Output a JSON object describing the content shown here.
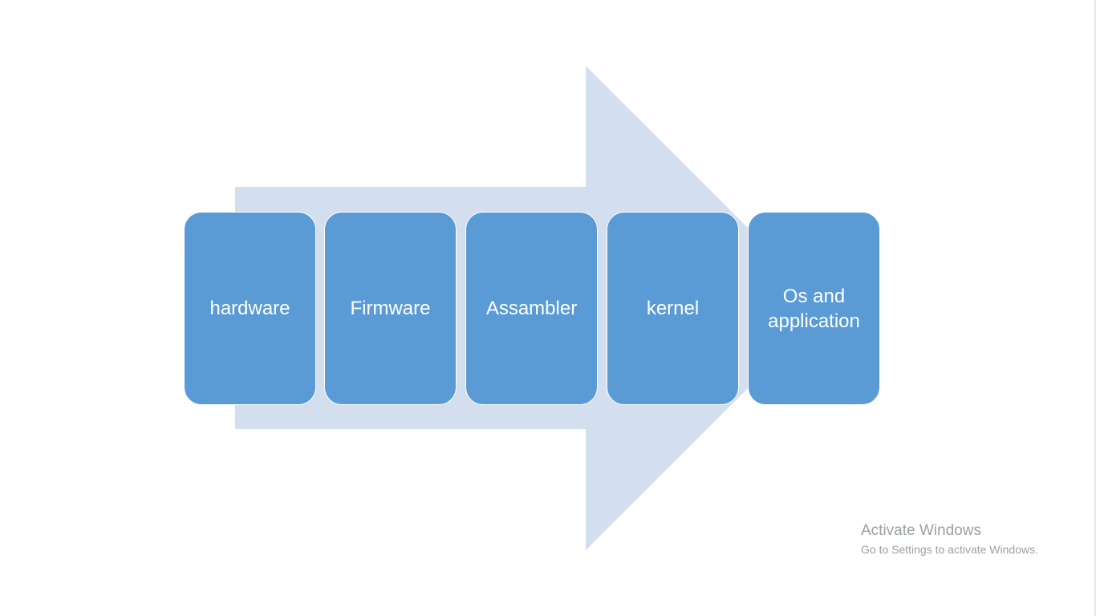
{
  "diagram": {
    "steps": [
      {
        "label": "hardware"
      },
      {
        "label": "Firmware"
      },
      {
        "label": "Assambler"
      },
      {
        "label": "kernel"
      },
      {
        "label": "Os and\napplication"
      }
    ],
    "colors": {
      "box_fill": "#5b9bd5",
      "arrow_fill": "#d3deef",
      "text": "#ffffff"
    }
  },
  "watermark": {
    "title": "Activate Windows",
    "subtitle": "Go to Settings to activate Windows."
  }
}
